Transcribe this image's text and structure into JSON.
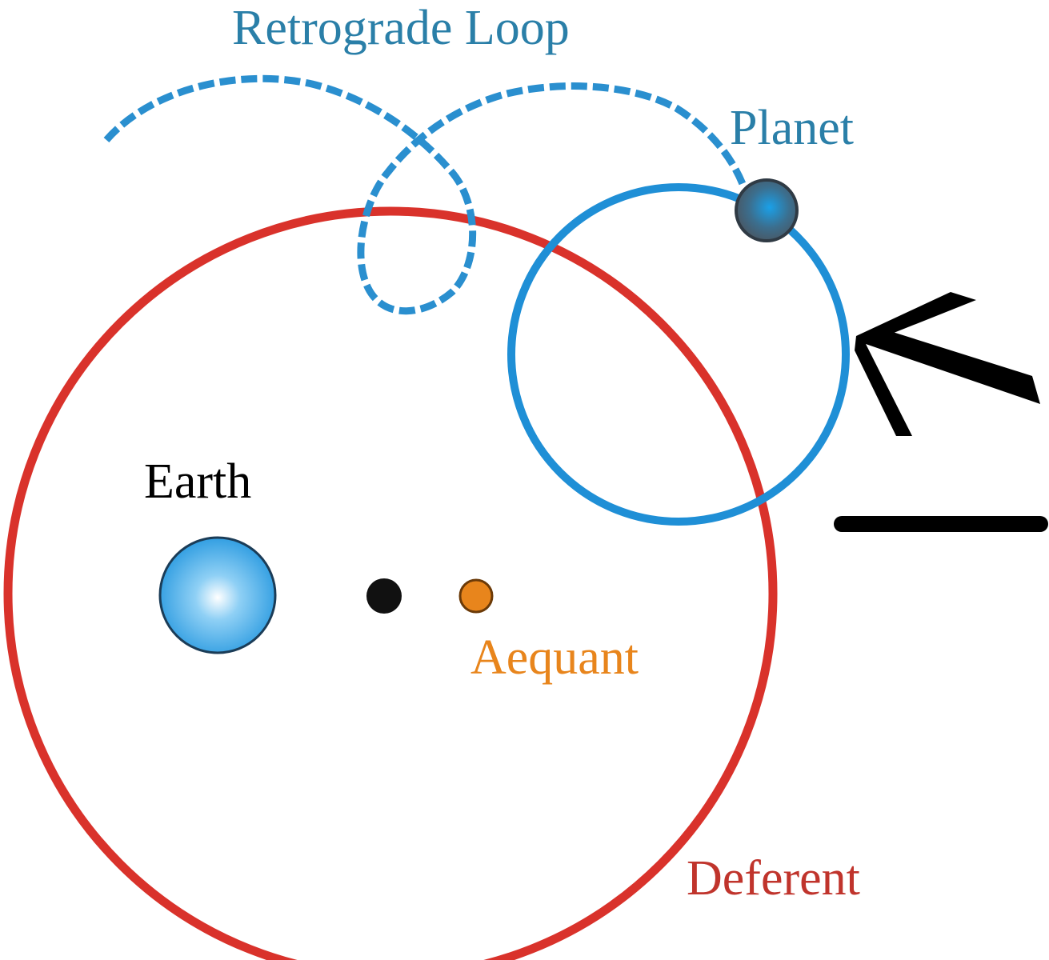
{
  "labels": {
    "retrograde_loop": "Retrograde Loop",
    "planet": "Planet",
    "earth": "Earth",
    "aequant": "Aequant",
    "deferent": "Deferent"
  },
  "colors": {
    "deferent": "#d9322b",
    "epicycle": "#1f8fd6",
    "retrograde_path": "#2a8fcf",
    "retrograde_text": "#2a7fa8",
    "planet_text": "#2a7fa8",
    "earth_fill": "#39a6e6",
    "earth_text": "#000000",
    "aequant": "#e8851c",
    "deferent_text": "#c0342c",
    "center_point": "#111111",
    "planet_body": "#3d6f8c",
    "arrow": "#000000"
  }
}
